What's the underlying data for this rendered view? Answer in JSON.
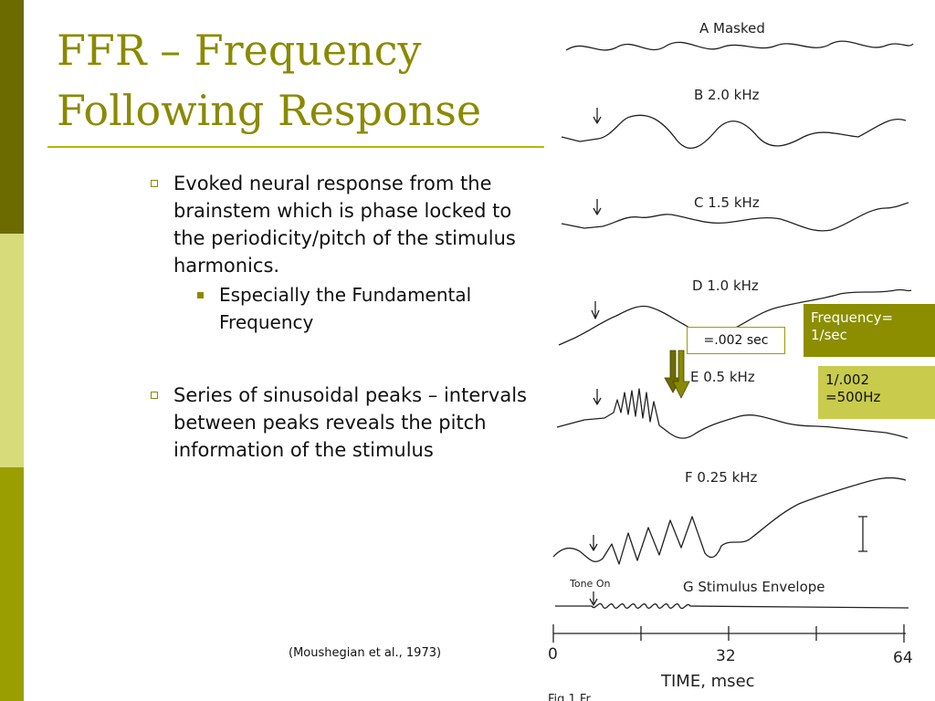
{
  "slide": {
    "title_line1": "FFR – Frequency",
    "title_line2": "Following Response",
    "bullets": [
      "Evoked neural response from the brainstem which is phase locked to the periodicity/pitch of the stimulus harmonics.",
      "Series of sinusoidal peaks – intervals between peaks reveals the pitch information of the stimulus"
    ],
    "sub_bullet": "Especially the Fundamental Frequency",
    "citation": "(Moushegian et al., 1973)",
    "theme_colors": {
      "dark_olive": "#6b6b00",
      "light_olive": "#d8db7a",
      "olive": "#9a9e00"
    }
  },
  "figure": {
    "traces": [
      {
        "label": "A  Masked"
      },
      {
        "label": "B  2.0  kHz"
      },
      {
        "label": "C  1.5  kHz"
      },
      {
        "label": "D  1.0  kHz"
      },
      {
        "label": "E  0.5  kHz"
      },
      {
        "label": "F  0.25 kHz"
      },
      {
        "label": "G  Stimulus  Envelope"
      }
    ],
    "tone_on": "Tone  On",
    "axis_ticks": [
      "0",
      "32",
      "64"
    ],
    "axis_label": "TIME,  msec",
    "caption_fragment": "Fig 1 Fr..."
  },
  "annotations": {
    "period": "=.002 sec",
    "frequency_line1": "Frequency=",
    "frequency_line2": "1/sec",
    "result_line1": "1/.002",
    "result_line2": "=500Hz"
  }
}
